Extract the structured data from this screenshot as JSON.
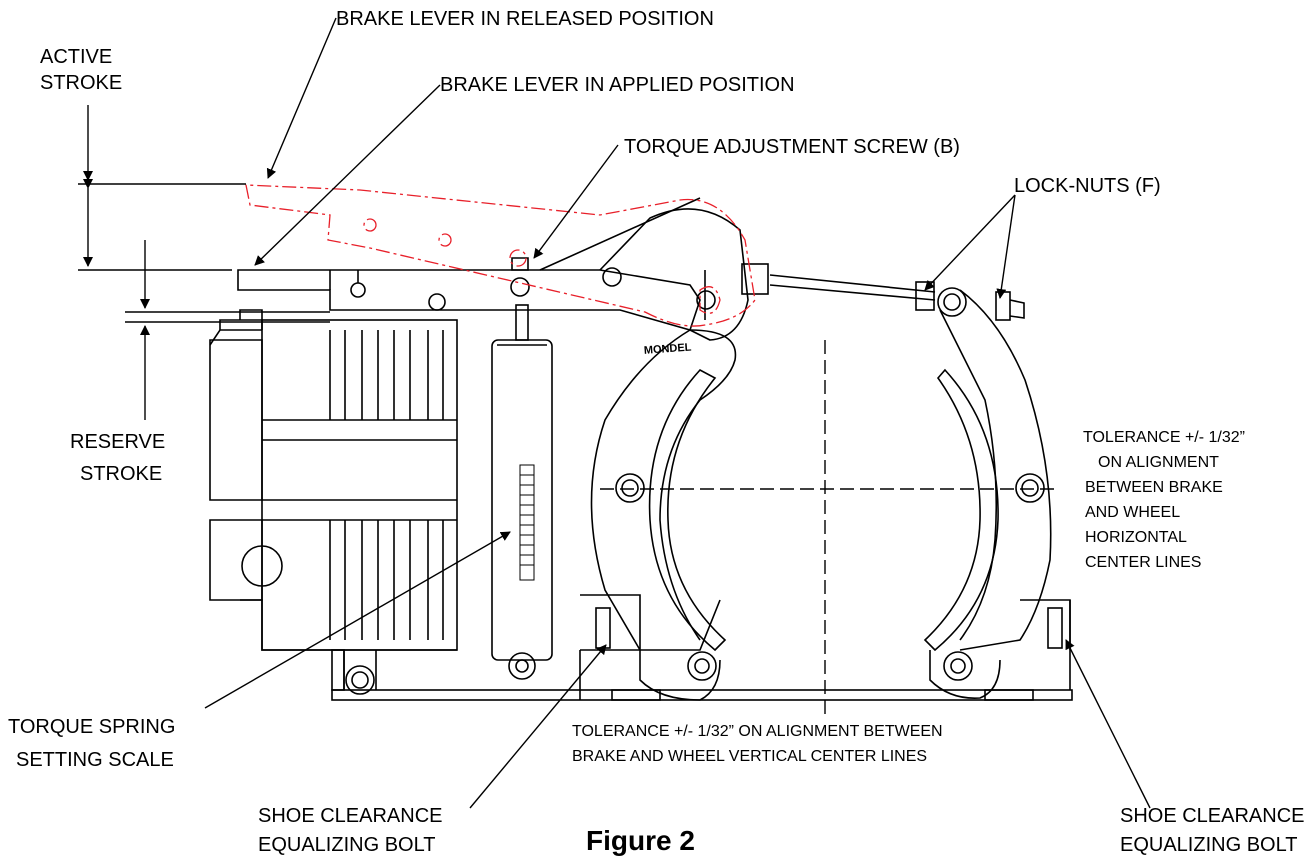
{
  "figure": {
    "caption": "Figure 2",
    "brand_plate": "MONDEL",
    "labels": {
      "brake_lever_released": "BRAKE LEVER IN RELEASED POSITION",
      "brake_lever_applied": "BRAKE LEVER IN APPLIED POSITION",
      "active_stroke": [
        "ACTIVE",
        "STROKE"
      ],
      "reserve_stroke": [
        "RESERVE",
        "STROKE"
      ],
      "torque_adjustment_screw": "TORQUE ADJUSTMENT SCREW (B)",
      "lock_nuts": "LOCK-NUTS (F)",
      "tolerance_horizontal": [
        "TOLERANCE +/- 1/32”",
        "ON ALIGNMENT",
        "BETWEEN BRAKE",
        "AND WHEEL",
        "HORIZONTAL",
        "CENTER LINES"
      ],
      "tolerance_vertical": [
        "TOLERANCE +/- 1/32” ON ALIGNMENT BETWEEN",
        "BRAKE AND WHEEL VERTICAL CENTER LINES"
      ],
      "torque_spring_scale": [
        "TORQUE SPRING",
        "SETTING SCALE"
      ],
      "shoe_clearance_left": [
        "SHOE CLEARANCE",
        "EQUALIZING BOLT"
      ],
      "shoe_clearance_right": [
        "SHOE CLEARANCE",
        "EQUALIZING BOLT"
      ]
    },
    "colors": {
      "line": "#000000",
      "released_lever": "#e8202a"
    }
  }
}
